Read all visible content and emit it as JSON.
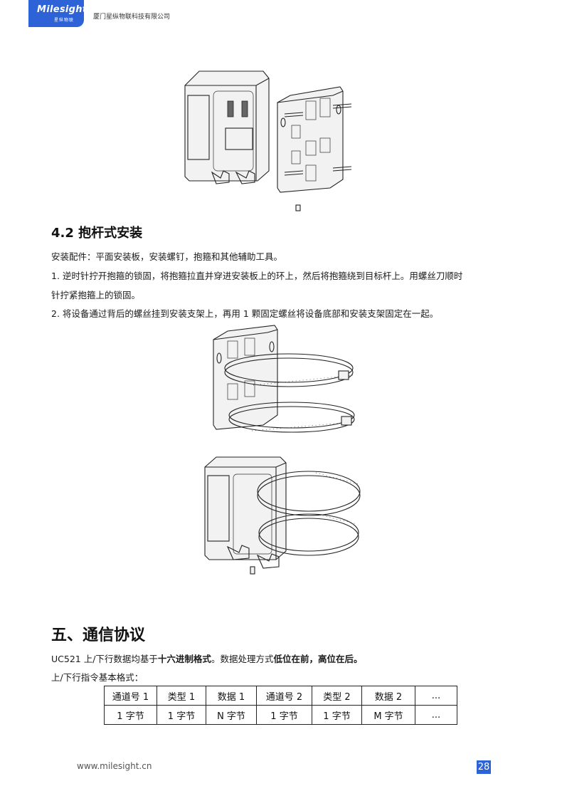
{
  "header": {
    "logo_brand": "Milesight",
    "logo_sub": "星纵物联",
    "company": "厦门星纵物联科技有限公司"
  },
  "section_4_2": {
    "title": "4.2 抱杆式安装",
    "accessories": "安装配件：平面安装板，安装螺钉，抱箍和其他辅助工具。",
    "step1_line1": "1. 逆时针拧开抱箍的锁固，将抱箍拉直并穿进安装板上的环上，然后将抱箍绕到目标杆上。用螺丝刀顺时",
    "step1_line2": "针拧紧抱箍上的锁固。",
    "step2": "2. 将设备通过背后的螺丝挂到安装支架上，再用 1 颗固定螺丝将设备底部和安装支架固定在一起。"
  },
  "section_5": {
    "title": "五、通信协议",
    "intro_prefix": "UC521 上/下行数据均基于",
    "intro_bold1": "十六进制格式",
    "intro_mid": "。数据处理方式",
    "intro_bold2": "低位在前，高位在后。",
    "format_label": "上/下行指令基本格式：",
    "table": {
      "header": [
        "通道号 1",
        "类型 1",
        "数据 1",
        "通道号 2",
        "类型 2",
        "数据 2",
        "..."
      ],
      "row": [
        "1 字节",
        "1 字节",
        "N 字节",
        "1 字节",
        "1 字节",
        "M 字节",
        "..."
      ]
    }
  },
  "footer": {
    "url": "www.milesight.cn",
    "page": "28"
  },
  "colors": {
    "brand_blue": "#2d63d6",
    "text": "#1a1a1a"
  }
}
